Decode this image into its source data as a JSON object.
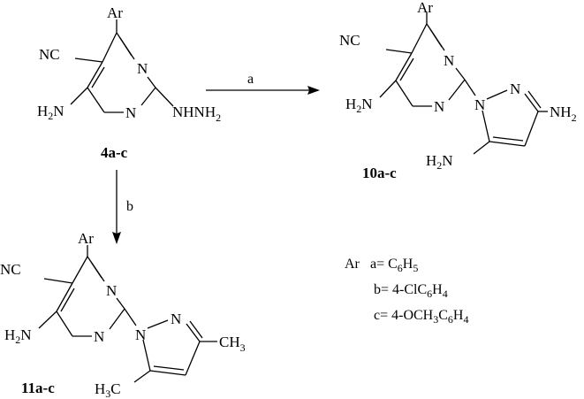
{
  "atoms": {
    "ar": "Ar",
    "nc": "NC",
    "n": "N",
    "h2n_h": "H",
    "h2n_sub": "2",
    "h2n_n": "N",
    "nhnh2_a": "NHNH",
    "nhnh2_sub": "2",
    "nh2_n": "NH",
    "nh2_sub": "2",
    "h3c_h": "H",
    "h3c_sub": "3",
    "h3c_c": "C",
    "ch3_c": "CH",
    "ch3_sub": "3"
  },
  "labels": {
    "start": "4a-c",
    "product_a": "10a-c",
    "product_b": "11a-c"
  },
  "conditions": {
    "a": "a",
    "b": "b"
  },
  "legend": {
    "ar": "Ar",
    "a_prefix": "a= C",
    "a_s1": "6",
    "a_mid": "H",
    "a_s2": "5",
    "b_prefix": "b= 4-ClC",
    "b_s1": "6",
    "b_mid": "H",
    "b_s2": "4",
    "c_prefix": "c= 4-OCH",
    "c_s1": "3",
    "c_mid1": "C",
    "c_s2": "6",
    "c_mid2": "H",
    "c_s3": "4"
  }
}
